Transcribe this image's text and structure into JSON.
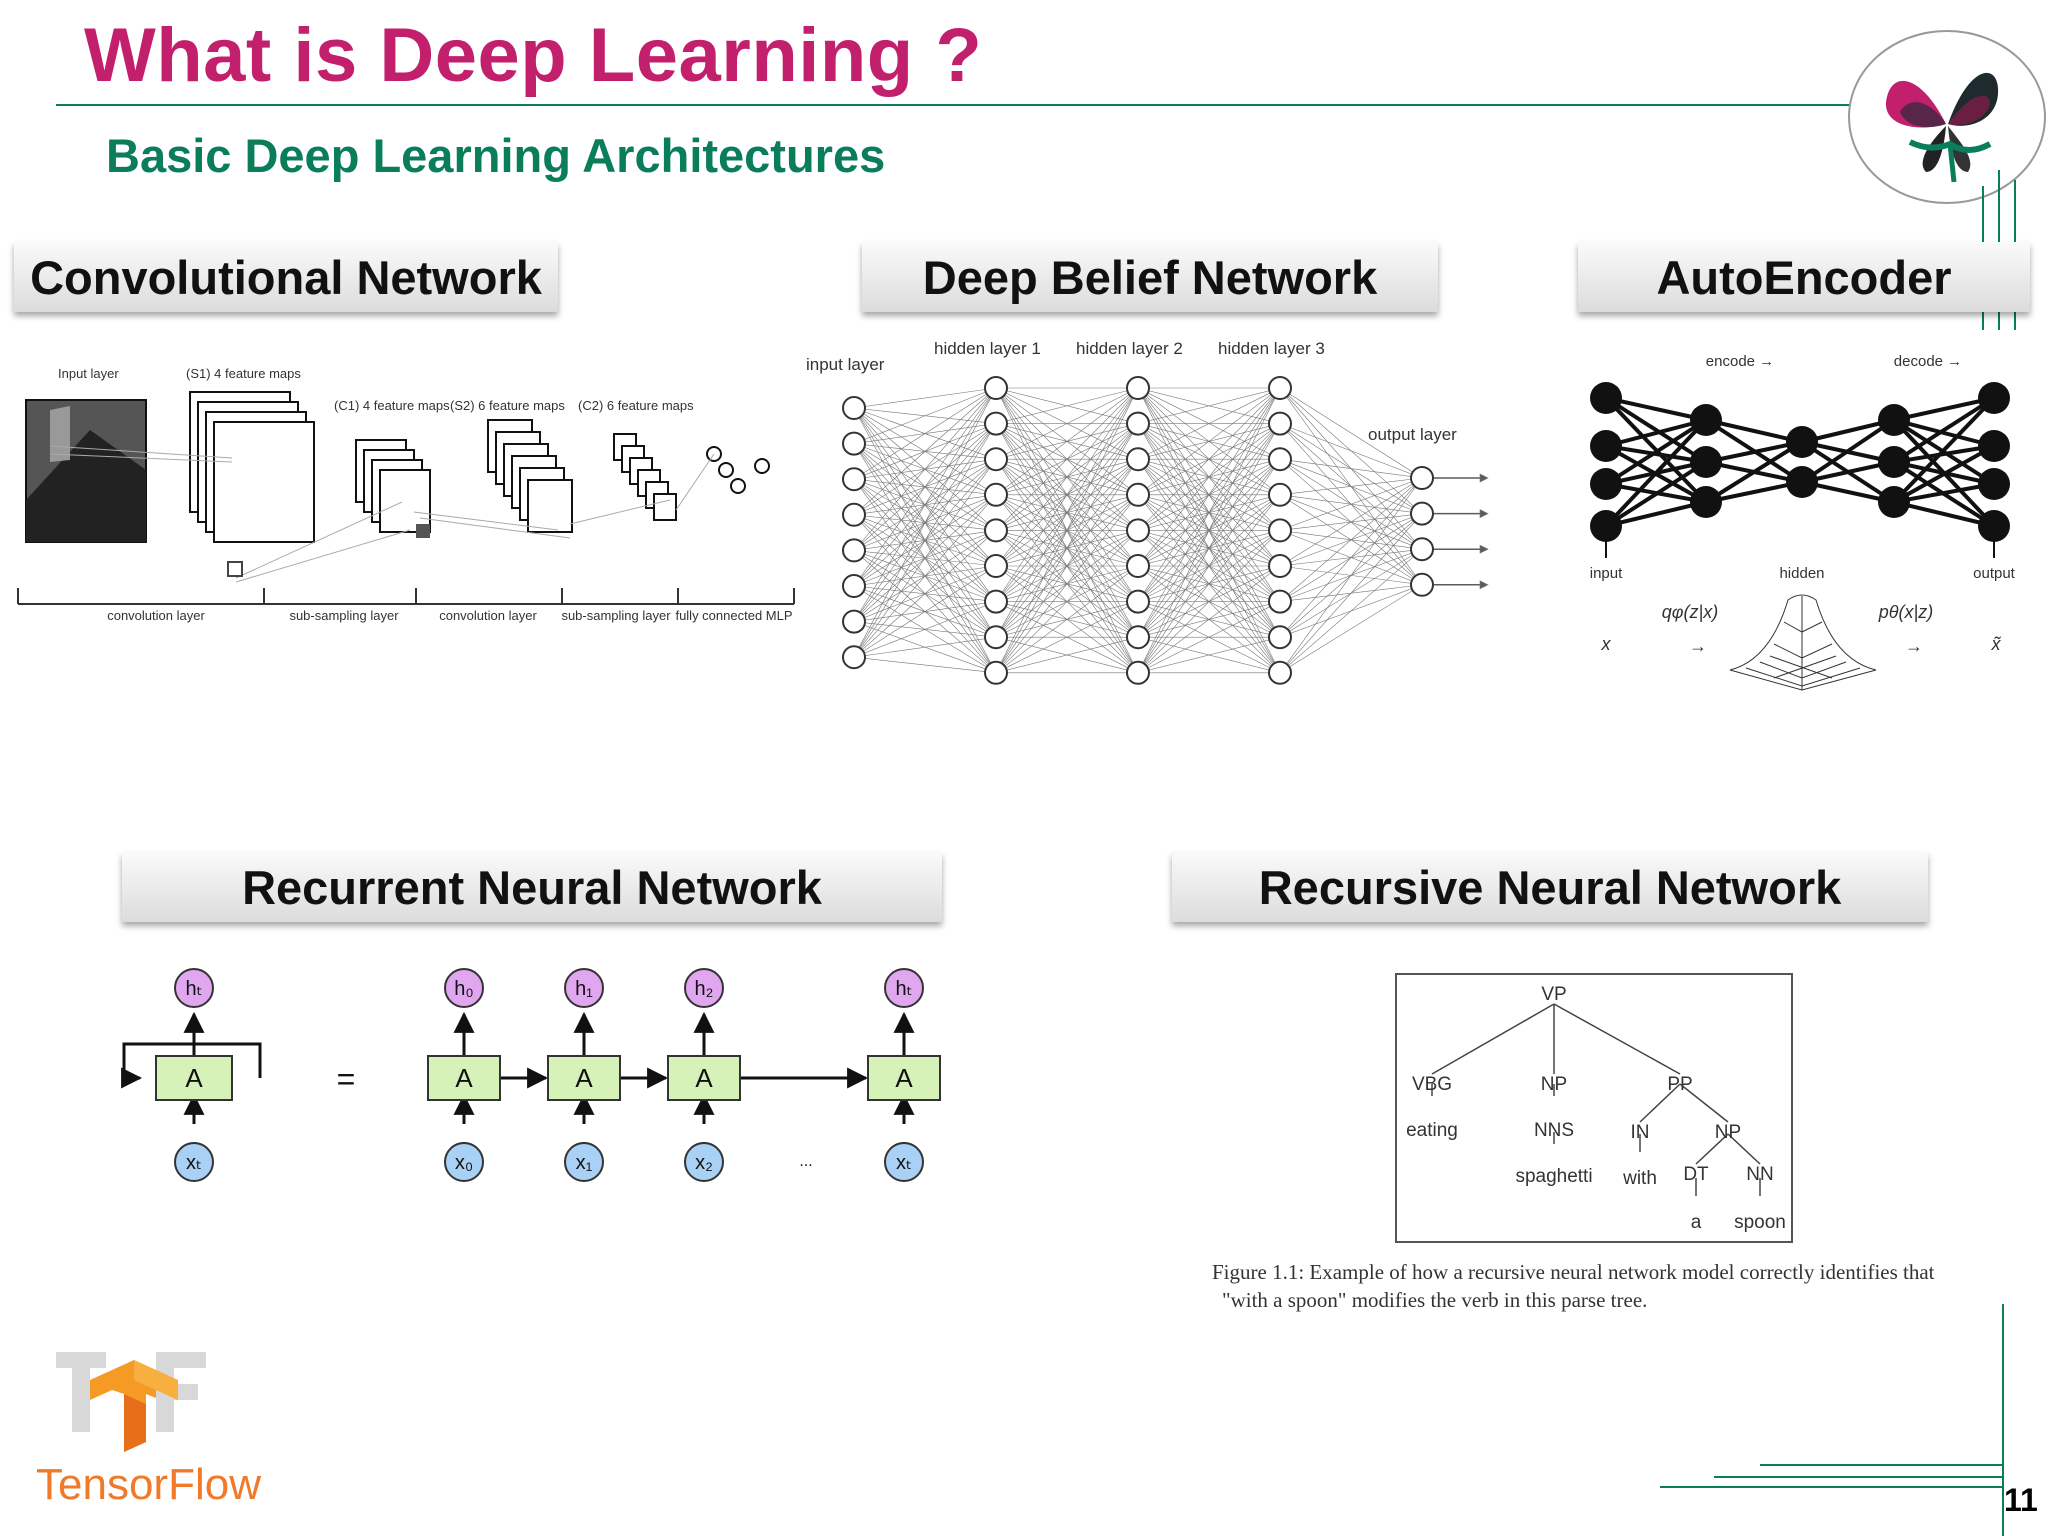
{
  "slide": {
    "title": "What is Deep Learning ?",
    "subtitle": "Basic Deep Learning Architectures",
    "page_number": "11"
  },
  "colors": {
    "title": "#c21f6d",
    "subtitle": "#0a7d5a",
    "accent_line": "#0a7d5a",
    "tensorflow_orange": "#f0792a"
  },
  "panels": {
    "cnn": {
      "header": "Convolutional Network",
      "labels": {
        "input_layer": "Input layer",
        "s1": "(S1) 4 feature maps",
        "c1": "(C1) 4 feature maps",
        "s2": "(S2) 6 feature maps",
        "c2": "(C2) 6 feature maps",
        "conv1": "convolution layer",
        "sub1": "sub-sampling layer",
        "conv2": "convolution layer",
        "sub2": "sub-sampling layer",
        "mlp": "fully connected MLP"
      }
    },
    "dbn": {
      "header": "Deep Belief Network",
      "labels": {
        "input": "input layer",
        "h1": "hidden layer 1",
        "h2": "hidden layer 2",
        "h3": "hidden layer 3",
        "output": "output layer"
      }
    },
    "autoencoder": {
      "header": "AutoEncoder",
      "labels": {
        "encode": "encode →",
        "decode": "decode →",
        "input": "input",
        "hidden": "hidden",
        "output": "output",
        "q": "qφ(z|x)",
        "p": "pθ(x|z)",
        "x": "x",
        "xhat": "x̃",
        "arrow": "→"
      }
    },
    "rnn": {
      "header": "Recurrent Neural Network",
      "labels": {
        "cell": "A",
        "equals": "=",
        "dots": "...",
        "h_t": "hₜ",
        "h_0": "h₀",
        "h_1": "h₁",
        "h_2": "h₂",
        "x_t": "xₜ",
        "x_0": "x₀",
        "x_1": "x₁",
        "x_2": "x₂"
      }
    },
    "recursive": {
      "header": "Recursive Neural Network",
      "tree": {
        "vp": "VP",
        "vbg": "VBG",
        "np": "NP",
        "pp": "PP",
        "eating": "eating",
        "nns": "NNS",
        "spaghetti": "spaghetti",
        "in": "IN",
        "np2": "NP",
        "with": "with",
        "dt": "DT",
        "nn": "NN",
        "a": "a",
        "spoon": "spoon"
      },
      "caption_line1": "Figure 1.1: Example of how a recursive neural network model correctly identifies that",
      "caption_line2": "\"with a spoon\" modifies the verb in this parse tree."
    }
  },
  "logos": {
    "tensorflow": "TensorFlow",
    "butterfly": "butterfly-icon"
  }
}
